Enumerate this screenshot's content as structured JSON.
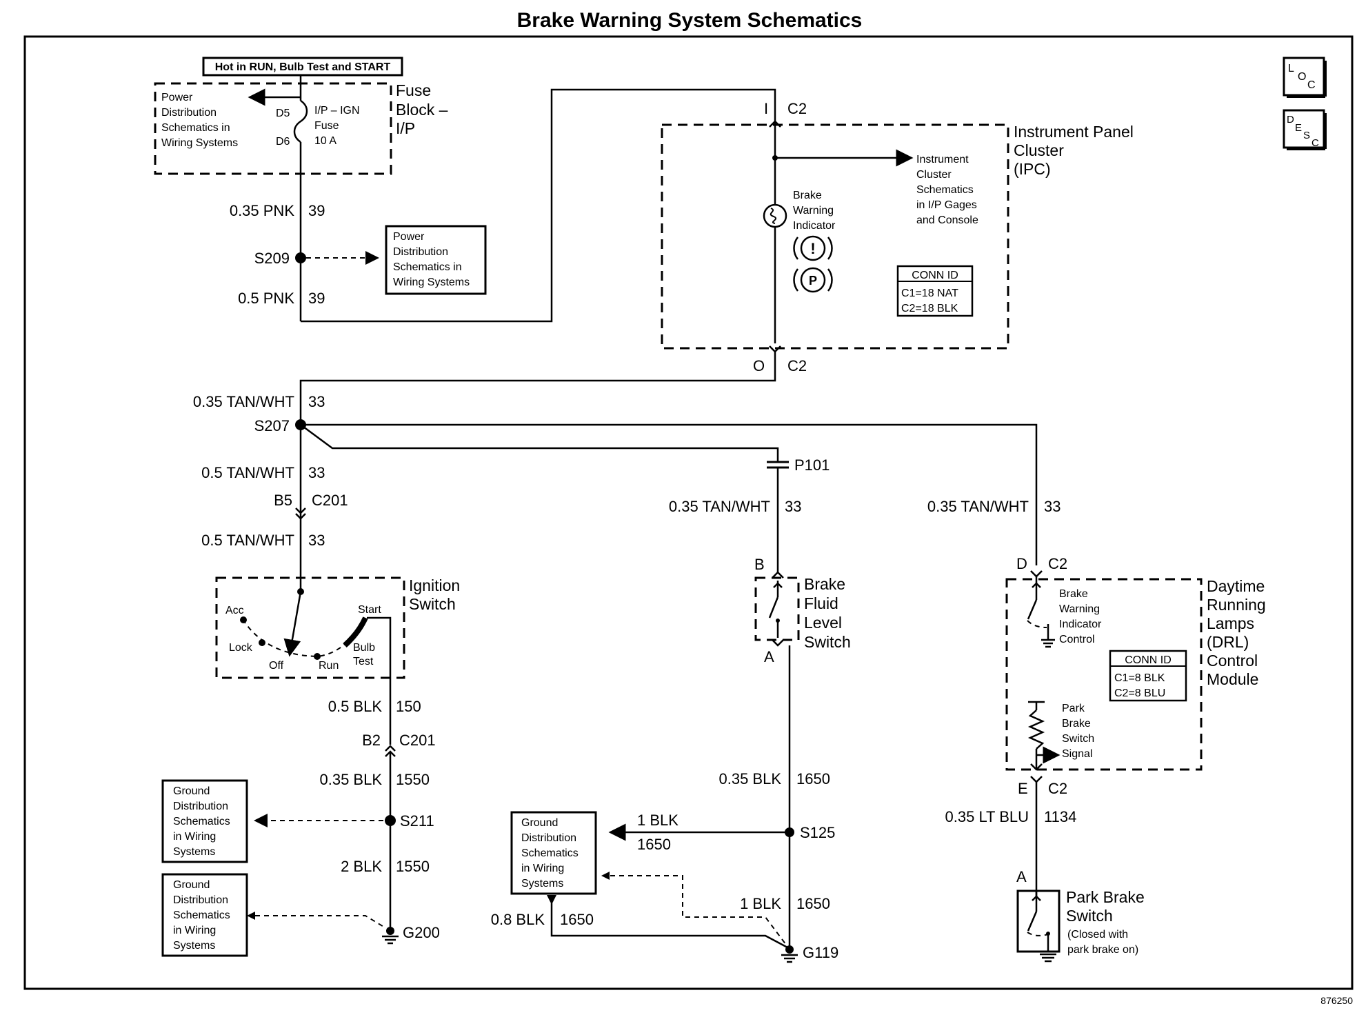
{
  "title": "Brake Warning System Schematics",
  "hot_label": "Hot in RUN, Bulb Test and START",
  "icons": [
    "loc-icon",
    "desc-icon"
  ],
  "fuse_block": {
    "name1": "Fuse",
    "name2": "Block –",
    "name3": "I/P",
    "d5": "D5",
    "d6": "D6",
    "fuse1": "I/P – IGN",
    "fuse2": "Fuse",
    "fuse3": "10 A",
    "ref": [
      "Power",
      "Distribution",
      "Schematics in",
      "Wiring Systems"
    ]
  },
  "wires": {
    "w1_size": "0.35 PNK",
    "w1_circ": "39",
    "s209": "S209",
    "w2_size": "0.5 PNK",
    "w2_circ": "39",
    "s209_ref": [
      "Power",
      "Distribution",
      "Schematics in",
      "Wiring Systems"
    ],
    "w3_size": "0.35 TAN/WHT",
    "w3_circ": "33",
    "s207": "S207",
    "w4_size": "0.5 TAN/WHT",
    "w4_circ": "33",
    "w5_size": "0.5 TAN/WHT",
    "w5_circ": "33",
    "w6_size": "0.35 TAN/WHT",
    "w6_circ": "33",
    "w7_size": "0.35 TAN/WHT",
    "w7_circ": "33",
    "p101": "P101",
    "w8_size": "0.5 BLK",
    "w8_circ": "150",
    "w9_size": "0.35 BLK",
    "w9_circ": "1550",
    "s211": "S211",
    "w10_size": "2 BLK",
    "w10_circ": "1550",
    "g200": "G200",
    "w11_size": "0.35 BLK",
    "w11_circ": "1650",
    "s125": "S125",
    "w12_size": "1 BLK",
    "w12_circ": "1650",
    "w13_size": "1 BLK",
    "w13_circ": "1650",
    "w14_size": "0.8 BLK",
    "w14_circ": "1650",
    "g119": "G119",
    "w15_size": "0.35 LT BLU",
    "w15_circ": "1134"
  },
  "connectors": {
    "c2_i_pin": "I",
    "c2_i": "C2",
    "c2_o_pin": "O",
    "c2_o": "C2",
    "c201_b5_pin": "B5",
    "c201_b5": "C201",
    "c201_b2_pin": "B2",
    "c201_b2": "C201",
    "bfl_b": "B",
    "bfl_a": "A",
    "drl_d_pin": "D",
    "drl_d": "C2",
    "drl_e_pin": "E",
    "drl_e": "C2",
    "pbs_a": "A"
  },
  "ipc": {
    "name1": "Instrument Panel",
    "name2": "Cluster",
    "name3": "(IPC)",
    "indicator": [
      "Brake",
      "Warning",
      "Indicator"
    ],
    "ref": [
      "Instrument",
      "Cluster",
      "Schematics",
      "in I/P Gages",
      "and Console"
    ],
    "conn_title": "CONN ID",
    "conn1": "C1=18 NAT",
    "conn2": "C2=18 BLK",
    "sym1": "!",
    "sym2": "P"
  },
  "ignition": {
    "name1": "Ignition",
    "name2": "Switch",
    "acc": "Acc",
    "lock": "Lock",
    "off": "Off",
    "run": "Run",
    "start": "Start",
    "bulb1": "Bulb",
    "bulb2": "Test"
  },
  "bfl_switch": {
    "name1": "Brake",
    "name2": "Fluid",
    "name3": "Level",
    "name4": "Switch"
  },
  "drl": {
    "name": [
      "Daytime",
      "Running",
      "Lamps",
      "(DRL)",
      "Control",
      "Module"
    ],
    "control": [
      "Brake",
      "Warning",
      "Indicator",
      "Control"
    ],
    "signal": [
      "Park",
      "Brake",
      "Switch",
      "Signal"
    ],
    "conn_title": "CONN ID",
    "conn1": "C1=8 BLK",
    "conn2": "C2=8 BLU"
  },
  "park_brake": {
    "name1": "Park Brake",
    "name2": "Switch",
    "note1": "(Closed with",
    "note2": "park brake on)"
  },
  "ground_refs": {
    "g1": [
      "Ground",
      "Distribution",
      "Schematics",
      "in Wiring",
      "Systems"
    ],
    "g2": [
      "Ground",
      "Distribution",
      "Schematics",
      "in Wiring",
      "Systems"
    ],
    "g3": [
      "Ground",
      "Distribution",
      "Schematics",
      "in Wiring",
      "Systems"
    ]
  },
  "figure_number": "876250"
}
